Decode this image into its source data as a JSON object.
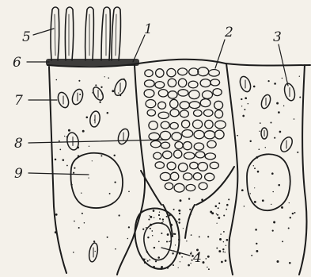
{
  "labels": [
    "1",
    "2",
    "3",
    "4",
    "5",
    "6",
    "7",
    "8",
    "9"
  ],
  "colors": {
    "ink": "#1c1c1c",
    "paper": "#f4f1ea"
  }
}
